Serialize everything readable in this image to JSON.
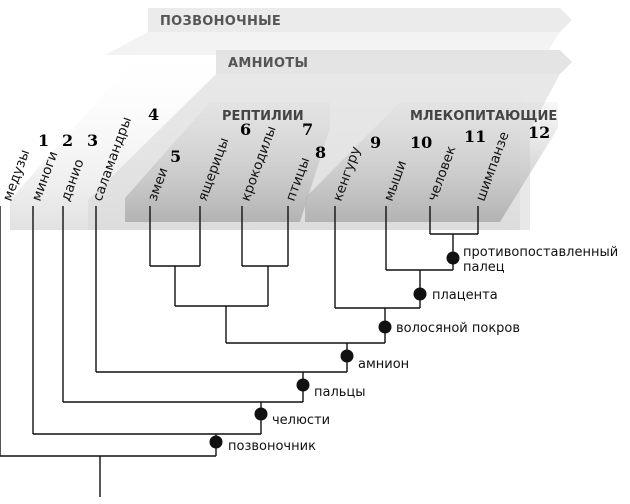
{
  "bands": {
    "vertebrates": "ПОЗВОНОЧНЫЕ",
    "amniotes": "АМНИОТЫ"
  },
  "groups": {
    "reptiles": "РЕПТИЛИИ",
    "mammals": "МЛЕКОПИТАЮЩИЕ"
  },
  "taxa": [
    {
      "num": "1",
      "name": "медузы"
    },
    {
      "num": "2",
      "name": "миноги"
    },
    {
      "num": "3",
      "name": "данио"
    },
    {
      "num": "4",
      "name": "саламандры"
    },
    {
      "num": "5",
      "name": "змеи"
    },
    {
      "num": "6",
      "name": "ящерицы"
    },
    {
      "num": "7",
      "name": "крокодилы"
    },
    {
      "num": "8",
      "name": "птицы"
    },
    {
      "num": "9",
      "name": "кенгуру"
    },
    {
      "num": "10",
      "name": "мыши"
    },
    {
      "num": "11",
      "name": "человек"
    },
    {
      "num": "12",
      "name": "шимпанзе"
    }
  ],
  "traits": {
    "thumb_line1": "противопоставленный",
    "thumb_line2": "палец",
    "placenta": "плацента",
    "hair": "волосяной покров",
    "amnion": "амнион",
    "fingers": "пальцы",
    "jaws": "челюсти",
    "spine": "позвоночник"
  },
  "colors": {
    "band_fill": "#ececec",
    "band_text": "#555555",
    "box_fill": "#b8b8b8",
    "box_light": "#e4e4e4",
    "line": "#111111"
  }
}
